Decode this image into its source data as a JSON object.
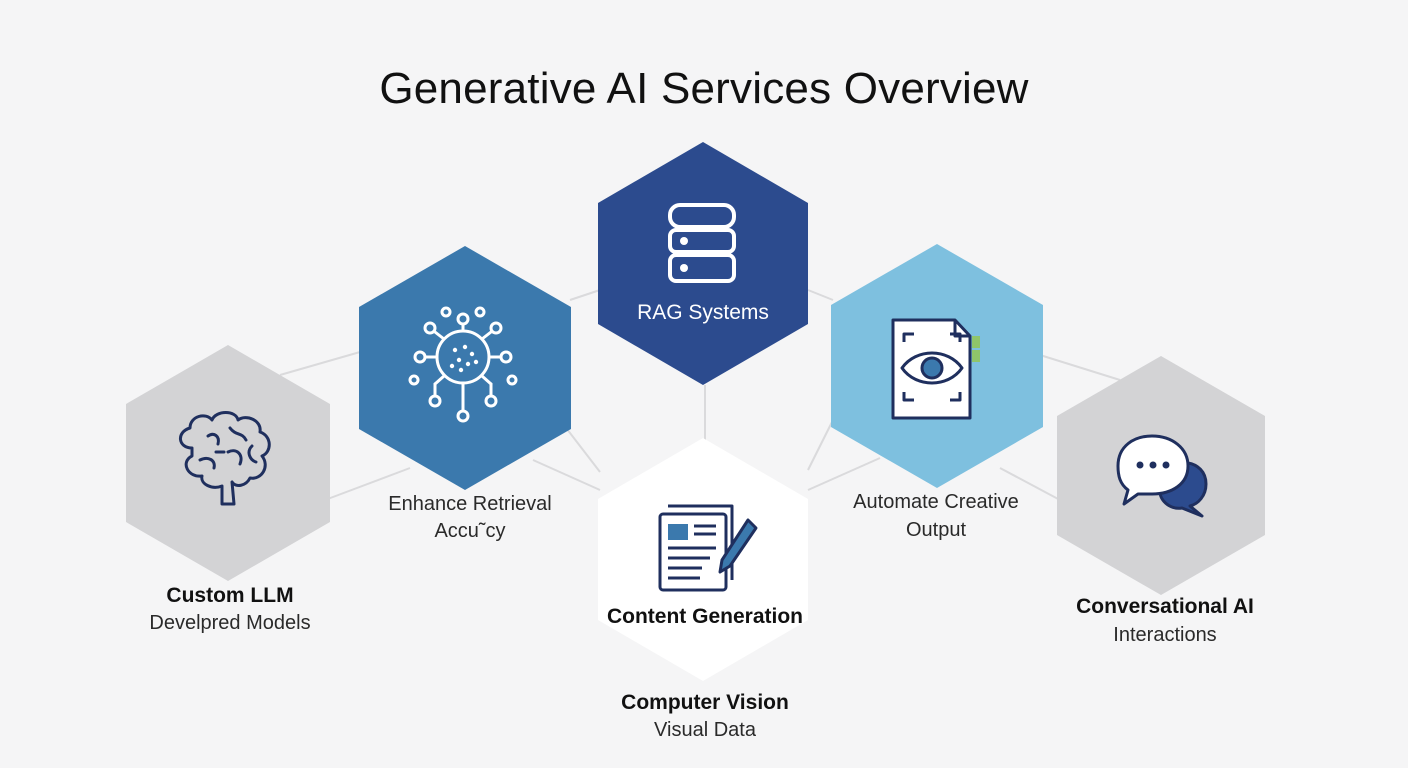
{
  "title": "Generative AI Services Overview",
  "colors": {
    "background": "#f5f5f6",
    "grey_hex": "#d3d3d5",
    "mid_blue": "#3b79ad",
    "navy": "#2c4b8e",
    "light_blue": "#7ec0df",
    "white_hex": "#ffffff",
    "icon_navy": "#1f2f5e",
    "connector": "#dadadc"
  },
  "nodes": [
    {
      "id": "custom-llm",
      "icon": "brain-icon",
      "title": "Custom LLM",
      "subtitle": "Develpred Models"
    },
    {
      "id": "enhance-retrieval",
      "icon": "neural-network-icon",
      "caption": "Enhance Retrieval Accu˜cy"
    },
    {
      "id": "rag-systems",
      "icon": "database-icon",
      "label": "RAG Systems"
    },
    {
      "id": "content-generation",
      "icon": "document-pen-icon",
      "label": "Content Generation"
    },
    {
      "id": "automate-creative",
      "icon": "document-eye-icon",
      "caption": "Automate Creative Output"
    },
    {
      "id": "conversational-ai",
      "icon": "chat-bubbles-icon",
      "title": "Conversational AI",
      "subtitle": "Interactions"
    }
  ],
  "labels": {
    "enhance_line1": "Enhance Retrieval",
    "enhance_line2": "Accu˜cy",
    "automate_line1": "Automate Creative",
    "automate_line2": "Output",
    "computer_vision_title": "Computer Vision",
    "computer_vision_sub": "Visual Data"
  }
}
